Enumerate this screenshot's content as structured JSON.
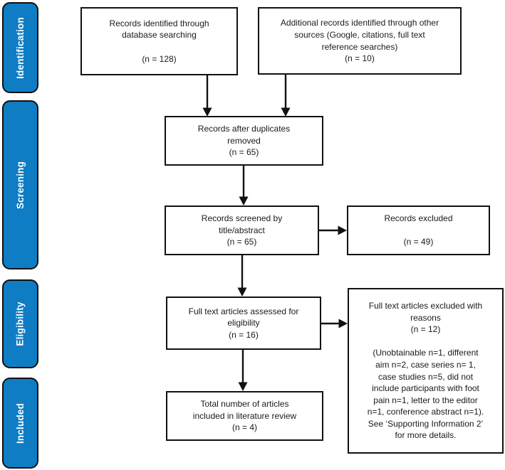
{
  "accent_color": "#0F7DC3",
  "sidebar": {
    "items": [
      {
        "label": "Identification"
      },
      {
        "label": "Screening"
      },
      {
        "label": "Eligibility"
      },
      {
        "label": "Included"
      }
    ]
  },
  "boxes": {
    "database_search": {
      "text": "Records identified through\ndatabase searching\n\n(n = 128)"
    },
    "additional_records": {
      "text": "Additional records identified through other\nsources (Google, citations, full text\nreference searches)\n(n = 10)"
    },
    "duplicates_removed": {
      "text": "Records after duplicates\nremoved\n(n = 65)"
    },
    "screened": {
      "text": "Records screened by\ntitle/abstract\n(n = 65)"
    },
    "records_excluded": {
      "text": "Records excluded\n\n(n = 49)"
    },
    "fulltext_assessed": {
      "text": "Full text articles assessed for\neligibility\n(n = 16)"
    },
    "fulltext_excluded": {
      "text": "Full text articles excluded with\nreasons\n(n = 12)\n\n(Unobtainable n=1, different\naim n=2, case series n= 1,\ncase studies n=5, did not\ninclude participants with foot\npain n=1, letter to the editor\nn=1, conference abstract n=1).\nSee ‘Supporting Information 2’\nfor more details."
    },
    "included_total": {
      "text": "Total number of articles\nincluded in literature review\n(n = 4)"
    }
  }
}
